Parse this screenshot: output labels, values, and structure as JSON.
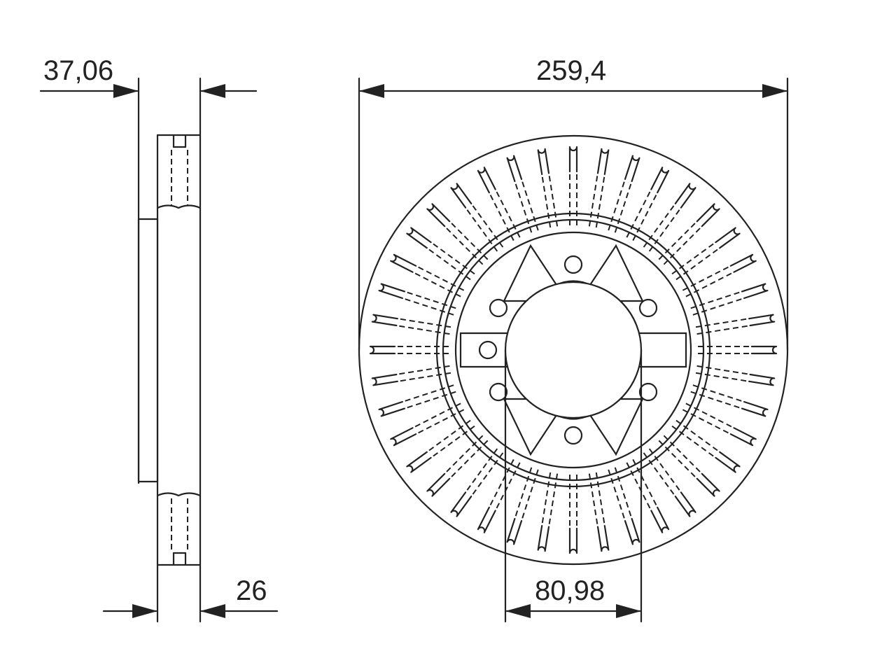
{
  "dimensions": {
    "offset": "37,06",
    "thickness": "26",
    "diameter": "259,4",
    "center_bore": "80,98"
  },
  "colors": {
    "line": "#222222",
    "background": "#ffffff"
  }
}
